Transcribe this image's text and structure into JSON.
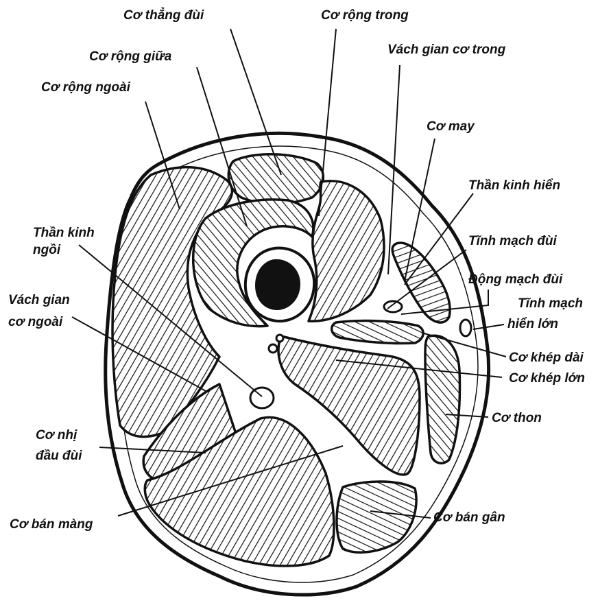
{
  "labels": {
    "rectus_femoris": "Cơ thẳng đùi",
    "vastus_medialis": "Cơ rộng trong",
    "vastus_intermedius": "Cơ rộng giữa",
    "medial_intermuscular_septum": "Vách gian cơ trong",
    "vastus_lateralis": "Cơ rộng ngoài",
    "sartorius": "Cơ may",
    "saphenous_nerve": "Thần kinh hiển",
    "sciatic_nerve_line1": "Thần kinh",
    "sciatic_nerve_line2": "ngồi",
    "femoral_vein": "Tĩnh mạch đùi",
    "lateral_septum_line1": "Vách gian",
    "lateral_septum_line2": "cơ ngoài",
    "femoral_artery": "Động mạch đùi",
    "great_saphenous_line1": "Tĩnh mạch",
    "great_saphenous_line2": "hiển lớn",
    "adductor_longus": "Cơ khép dài",
    "adductor_magnus": "Cơ khép lớn",
    "gracilis": "Cơ thon",
    "biceps_line1": "Cơ nhị",
    "biceps_line2": "đầu đùi",
    "semimembranosus": "Cơ bán màng",
    "semitendinosus": "Cơ bán gân"
  },
  "colors": {
    "ink": "#111111",
    "paper": "#ffffff"
  }
}
